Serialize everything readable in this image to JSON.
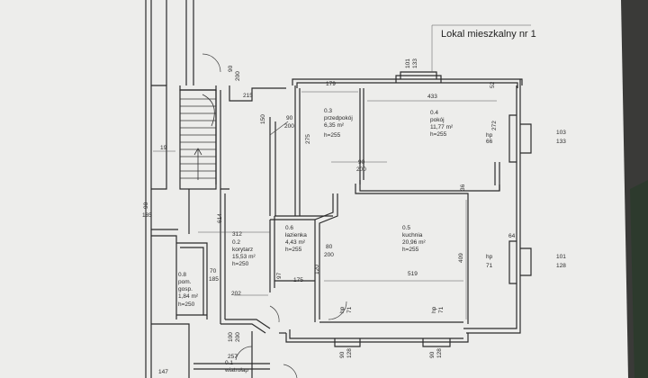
{
  "title": "Lokal mieszkalny nr 1",
  "rooms": [
    {
      "no": "0.3",
      "name": "przedpokój",
      "area": "6,35 m²",
      "height": "h=255"
    },
    {
      "no": "0.4",
      "name": "pokój",
      "area": "11,77 m²",
      "height": "h=255"
    },
    {
      "no": "0.5",
      "name": "kuchnia",
      "area": "20,96 m²",
      "height": "h=255"
    },
    {
      "no": "0.6",
      "name": "łazienka",
      "area": "4,43 m²",
      "height": "h=255"
    },
    {
      "no": "0.2",
      "name": "korytarz",
      "area": "15,53 m²",
      "height": "h=250"
    },
    {
      "no": "0.8",
      "name": "pom.",
      "name2": "gosp.",
      "area": "1,84 m²",
      "height": "h=250"
    },
    {
      "no": "0.1",
      "name": "wiatrołap"
    }
  ],
  "dims": {
    "d90a": "90",
    "d200a": "200",
    "d101a": "101",
    "d133a": "133",
    "d179": "179",
    "d433": "433",
    "d52": "52",
    "d215": "215",
    "d150": "150",
    "d90b": "90",
    "d200b": "200",
    "d275": "275",
    "d272": "272",
    "d103": "103",
    "d133b": "133",
    "d66": "66",
    "d19": "19",
    "d90c": "90",
    "d185a": "185",
    "d614": "614",
    "d90d": "90",
    "d200c": "200",
    "d36": "36",
    "d312": "312",
    "d80": "80",
    "d200d": "200",
    "d64": "64",
    "d101b": "101",
    "d128a": "128",
    "d71a": "71",
    "d409": "409",
    "d70": "70",
    "d185b": "185",
    "d120": "120",
    "d97": "97",
    "d175": "175",
    "d519": "519",
    "d202": "202",
    "d71b": "71",
    "d71c": "71",
    "d100": "100",
    "d200e": "200",
    "d257": "257",
    "d90e": "90",
    "d128b": "128",
    "d90f": "90",
    "d128c": "128",
    "d147": "147",
    "hp": "hp"
  }
}
